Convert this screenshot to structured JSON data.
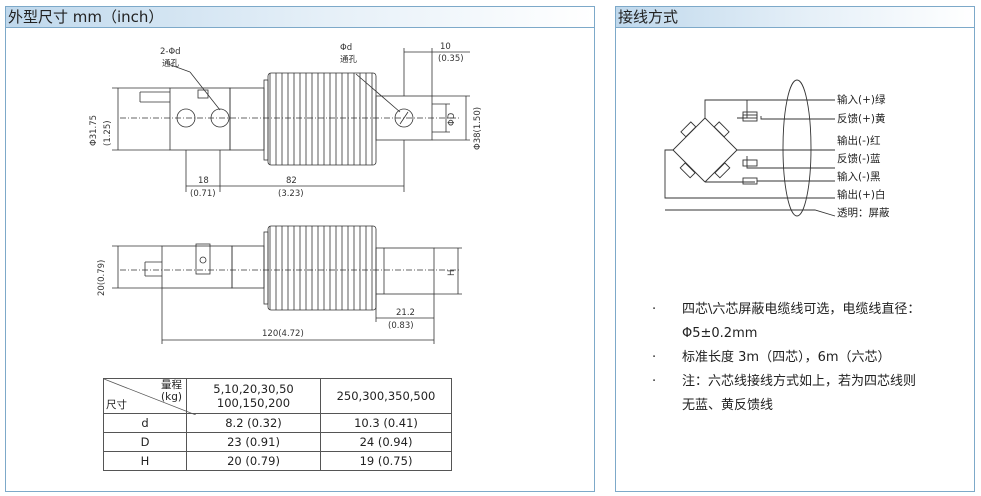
{
  "left_panel": {
    "title": "外型尺寸 mm（inch）"
  },
  "right_panel": {
    "title": "接线方式"
  },
  "drawing_top": {
    "hole_left_label_1": "2-Φd",
    "hole_left_label_2": "通孔",
    "hole_right_label_1": "Φd",
    "hole_right_label_2": "通孔",
    "dim_10": "10",
    "dim_10_in": "(0.35)",
    "dim_phi31": "Φ31.75",
    "dim_phi31_in": "(1.25)",
    "dim_phiD": "ΦD",
    "dim_phi38": "Φ38(1.50)",
    "dim_18": "18",
    "dim_18_in": "(0.71)",
    "dim_82": "82",
    "dim_82_in": "(3.23)"
  },
  "drawing_bottom": {
    "dim_20": "20(0.79)",
    "dim_H": "H",
    "dim_21": "21.2",
    "dim_21_in": "(0.83)",
    "dim_120": "120(4.72)"
  },
  "table": {
    "corner_top": "量程",
    "corner_unit": "(kg)",
    "corner_bottom": "尺寸",
    "col1": "5,10,20,30,50 100,150,200",
    "col1_line1": "5,10,20,30,50",
    "col1_line2": "100,150,200",
    "col2": "250,300,350,500",
    "rows": [
      {
        "name": "d",
        "v1": "8.2 (0.32)",
        "v2": "10.3 (0.41)"
      },
      {
        "name": "D",
        "v1": "23 (0.91)",
        "v2": "24 (0.94)"
      },
      {
        "name": "H",
        "v1": "20 (0.79)",
        "v2": "19 (0.75)"
      }
    ]
  },
  "wiring": {
    "labels": [
      "输入(+)绿",
      "反馈(+)黄",
      "输出(-)红",
      "反馈(-)蓝",
      "输入(-)黑",
      "输出(+)白",
      "透明：屏蔽"
    ]
  },
  "notes": [
    "四芯\\六芯屏蔽电缆线可选，电缆线直径：Φ5±0.2mm",
    "标准长度 3m（四芯），6m（六芯）",
    "注：六芯线接线方式如上，若为四芯线则无蓝、黄反馈线"
  ],
  "bullet": "·"
}
